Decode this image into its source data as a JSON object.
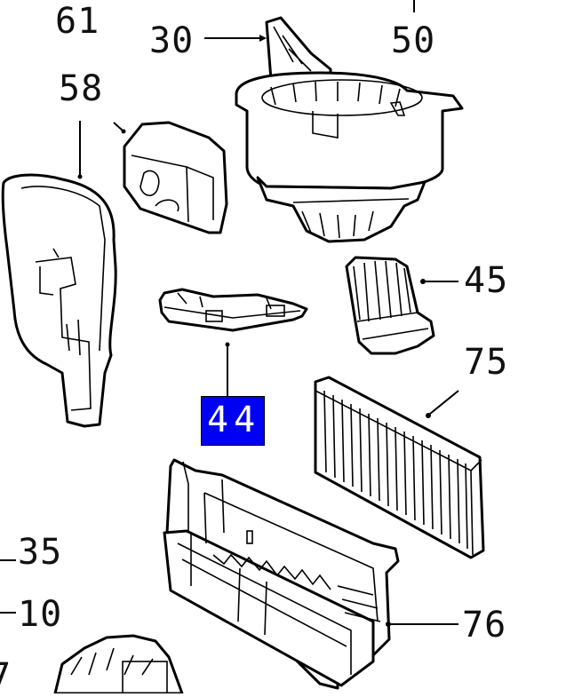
{
  "callouts": {
    "p61": "61",
    "p30": "30",
    "p50": "50",
    "p58": "58",
    "p45": "45",
    "p75": "75",
    "p44": "44",
    "p35": "35",
    "p10": "10",
    "p76": "76",
    "p7": "7"
  },
  "colors": {
    "highlight": "#0000f2",
    "line": "#000000",
    "background": "#ffffff"
  }
}
